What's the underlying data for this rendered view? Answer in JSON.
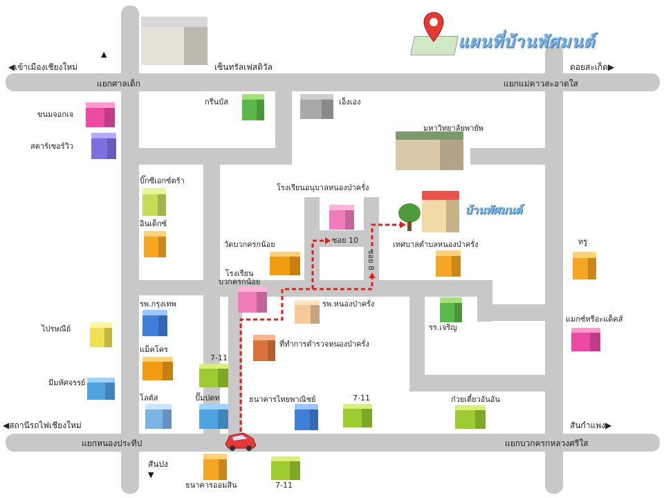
{
  "title": "แผนที่บ้านพัศมนต์",
  "home_label": "บ้านพัศมนต์",
  "roads": {
    "top_left_west": "เข้าเมืองเชียงใหม่",
    "top_center": "เซ็นทรัลเฟสติวัล",
    "top_right_east": "ดอยสะเก็ด",
    "top_junction_left": "แยกศาลเด็ก",
    "top_junction_right": "แยกแม่คาวสะอาดใส",
    "bottom_left_west": "สถานีรถไฟเชียงใหม่",
    "bottom_right_east": "สันกำแพง",
    "bottom_junction_left": "แยกหนองประทีป",
    "bottom_junction_right": "แยกบวกครกหลวงศรีใส",
    "bottom_south": "สันปง",
    "soi_10": "ซอย 10",
    "soi_8": "ซอย 8"
  },
  "places": {
    "p_ploysiri": "ขนมจอกเจ",
    "p_starview": "สตาร์เซอร์วิว",
    "p_green": "กรีนบัส",
    "p_hospital": "เอ็งเอง",
    "p_university": "มหาวิทยาลัยพายัพ",
    "p_school": "โรงเรียนอนุบาลหนองป่าครั่ง",
    "p_bigc": "บิ๊กซีเอกซ์ตร้า",
    "p_index": "อินเด็กซ์",
    "p_watbuak": "วัดบวกครกน้อย",
    "p_school2": "โรงเรียน\nบวกครกน้อย",
    "p_municipal": "เทศบาลตำบลหนองป่าครั่ง",
    "p_true": "ทรู",
    "p_ksbank": "รพ.กรุงเทพ",
    "p_hosp_npk": "รพ.หนองป่าครั่ง",
    "p_clinic": "รร.เจริญ",
    "p_phaiyaphat": "ไปรษณีย์",
    "p_makro": "แม็คโคร",
    "p_police": "ที่ทำการตำรวจหนองป่าครั่ง",
    "p_711a": "7-11",
    "p_makkhum": "มีมหัศจรรย์",
    "p_lotus": "โลตัส",
    "p_pharmacy": "ปั๊มปตท",
    "p_bank_th": "ธนาคารไทยพาณิชย์",
    "p_711b": "7-11",
    "p_noodle": "ก๋วยเตี๋ยวอันอัน",
    "p_shop_right": "แมกซ์ทรีอะแด็คส์",
    "p_bank_gov": "ธนาคารออมสิน",
    "p_711c": "7-11"
  },
  "colors": {
    "road": "#c8c8c8",
    "route": "#e0201c",
    "pin": "#e53935"
  },
  "icons": {
    "pin": "map-pin-icon",
    "car": "car-icon"
  }
}
